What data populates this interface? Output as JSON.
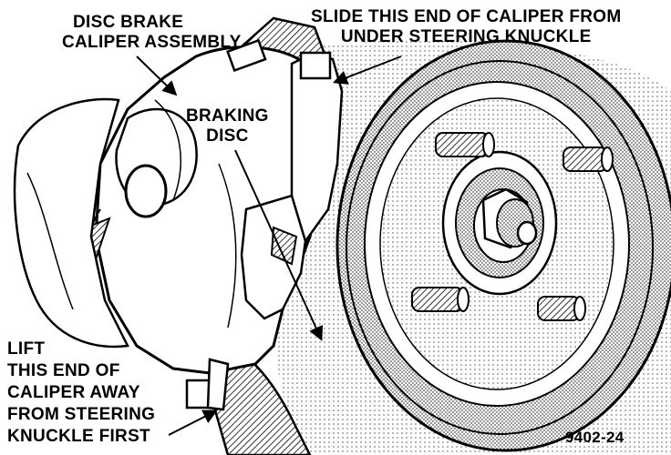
{
  "labels": {
    "caliper_assembly": [
      "DISC BRAKE",
      "CALIPER ASSEMBLY"
    ],
    "slide_end": [
      "SLIDE THIS END OF CALIPER FROM",
      "UNDER STEERING KNUCKLE"
    ],
    "braking_disc": [
      "BRAKING",
      "DISC"
    ],
    "lift_end": [
      "LIFT",
      "THIS END OF",
      "CALIPER AWAY",
      "FROM STEERING",
      "KNUCKLE FIRST"
    ],
    "figure_number": "9402-24"
  }
}
